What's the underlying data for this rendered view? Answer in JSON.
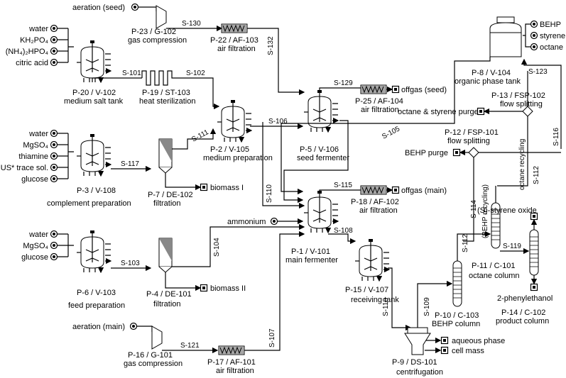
{
  "inputs": {
    "aeration_seed": "aeration (seed)",
    "aeration_main": "aeration (main)",
    "ammonium": "ammonium",
    "medium_salt": [
      "water",
      "KH₂PO₄",
      "(NH₄)₂HPO₄",
      "citric acid"
    ],
    "complement": [
      "water",
      "MgSO₄",
      "thiamine",
      "US* trace sol.",
      "glucose"
    ],
    "feed": [
      "water",
      "MgSO₄",
      "glucose"
    ],
    "organic": [
      "BEHP",
      "styrene",
      "octane"
    ]
  },
  "outputs": {
    "offgas_seed": "offgas (seed)",
    "offgas_main": "offgas (main)",
    "biomass1": "biomass I",
    "biomass2": "biomass II",
    "aqueous": "aqueous phase",
    "cellmass": "cell mass",
    "behp_purge": "BEHP purge",
    "octane_purge": "octane & styrene purge",
    "styrene_oxide": "(S)-styrene oxide",
    "phenylethanol": "2-phenylethanol"
  },
  "units": {
    "p23": [
      "P-23 / G-102",
      "gas compression"
    ],
    "p22": [
      "P-22 / AF-103",
      "air filtration"
    ],
    "p20": [
      "P-20 / V-102",
      "medium salt tank"
    ],
    "p19": [
      "P-19 / ST-103",
      "heat sterilization"
    ],
    "p25": [
      "P-25 / AF-104",
      "air filtration"
    ],
    "p5": [
      "P-5 / V-106",
      "seed fermenter"
    ],
    "p2": [
      "P-2 / V-105",
      "medium preparation"
    ],
    "p3": [
      "P-3 / V-108",
      "complement preparation"
    ],
    "p7": [
      "P-7 / DE-102",
      "filtration"
    ],
    "p8": [
      "P-8 / V-104",
      "organic phase tank"
    ],
    "p13": [
      "P-13 / FSP-102",
      "flow splitting"
    ],
    "p12": [
      "P-12 / FSP-101",
      "flow splitting"
    ],
    "p18": [
      "P-18 / AF-102",
      "air filtration"
    ],
    "p1": [
      "P-1 / V-101",
      "main fermenter"
    ],
    "p6": [
      "P-6 / V-103",
      "feed preparation"
    ],
    "p4": [
      "P-4 / DE-101",
      "filtration"
    ],
    "p15": [
      "P-15 / V-107",
      "receiving tank"
    ],
    "p11": [
      "P-11 / C-101",
      "octane column"
    ],
    "p10": [
      "P-10 / C-103",
      "BEHP column"
    ],
    "p14": [
      "P-14 / C-102",
      "product column"
    ],
    "p9": [
      "P-9 / DS-101",
      "centrifugation"
    ],
    "p16": [
      "P-16 / G-101",
      "gas compression"
    ],
    "p17": [
      "P-17 / AF-101",
      "air filtration"
    ]
  },
  "streams": {
    "s130": "S-130",
    "s132": "S-132",
    "s101": "S-101",
    "s102": "S-102",
    "s129": "S-129",
    "s106": "S-106",
    "s111": "S-111",
    "s117": "S-117",
    "s105": "S-105",
    "s123": "S-123",
    "s116": "S-116",
    "s112": "S-112",
    "s114": "S-114",
    "s110": "S-110",
    "s115": "S-115",
    "s108": "S-108",
    "s112b": "S-112",
    "s119": "S-119",
    "s104": "S-104",
    "s103": "S-103",
    "s118": "S-118",
    "s109": "S-109",
    "s107": "S-107",
    "s121": "S-121"
  },
  "recycle": {
    "behp": "(BEHP recycling)",
    "octane": "octane recycling"
  }
}
